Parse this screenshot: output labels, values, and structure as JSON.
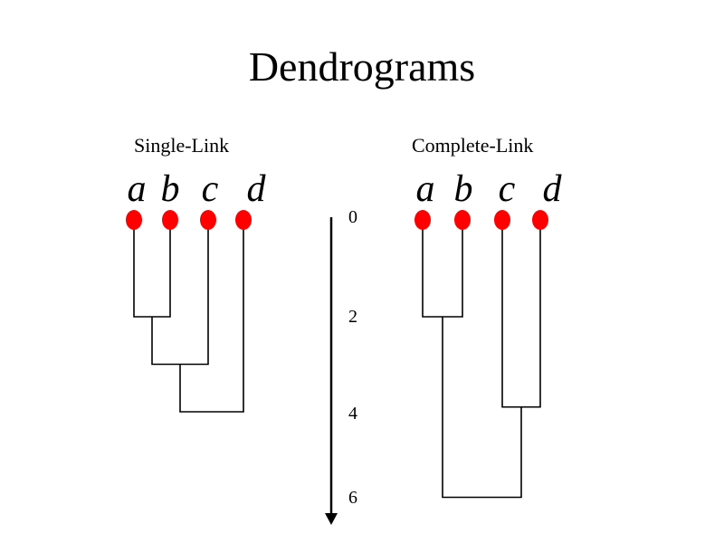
{
  "title": "Dendrograms",
  "scale": {
    "ticks": [
      0,
      2,
      4,
      6
    ]
  },
  "colors": {
    "node": "#ff0000",
    "line": "#000000"
  },
  "dendrograms": [
    {
      "label": "Single-Link",
      "leaves": [
        "a",
        "b",
        "c",
        "d"
      ],
      "merges": [
        {
          "left": "a",
          "right": "b",
          "height": 2.0
        },
        {
          "left": "ab",
          "right": "c",
          "height": 3.0
        },
        {
          "left": "abc",
          "right": "d",
          "height": 4.0
        }
      ]
    },
    {
      "label": "Complete-Link",
      "leaves": [
        "a",
        "b",
        "c",
        "d"
      ],
      "merges": [
        {
          "left": "a",
          "right": "b",
          "height": 2.0
        },
        {
          "left": "c",
          "right": "d",
          "height": 3.9
        },
        {
          "left": "ab",
          "right": "cd",
          "height": 5.8
        }
      ]
    }
  ]
}
